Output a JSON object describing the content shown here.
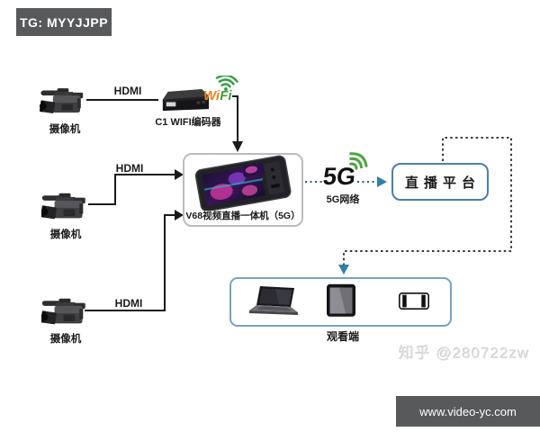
{
  "badge": {
    "text": "TG: MYYJJPP"
  },
  "cameras": [
    {
      "label": "摄像机",
      "cable": "HDMI"
    },
    {
      "label": "摄像机",
      "cable": "HDMI"
    },
    {
      "label": "摄像机",
      "cable": "HDMI"
    }
  ],
  "encoder": {
    "label": "C1 WIFI编码器"
  },
  "wifi_logo": {
    "wi": "Wi",
    "fi": "Fi"
  },
  "main_device": {
    "label": "V68视频直播一体机（5G）"
  },
  "network_5g": {
    "logo": "5G",
    "label": "5G网络"
  },
  "platform": {
    "label": "直播平台"
  },
  "viewer": {
    "label": "观看端",
    "devices": [
      "laptop",
      "tablet",
      "smartphone"
    ]
  },
  "watermark": {
    "text": "知乎 @280722zw"
  },
  "footer": {
    "url": "www.video-yc.com"
  },
  "colors": {
    "badge_bg": "#58595b",
    "footer_bg": "#58595b",
    "line": "#1a1a1a",
    "dashed_line": "#3a3a3a",
    "dotted_teal": "#2b5d74",
    "arrow_blue": "#2e7fab",
    "platform_border": "#4d7ea8",
    "viewer_border": "#74a3c4",
    "v68_border": "#b9bdc1",
    "wifi_orange": "#f08519",
    "wifi_green": "#3f9c3a",
    "g5_green": "#4aa63e"
  }
}
